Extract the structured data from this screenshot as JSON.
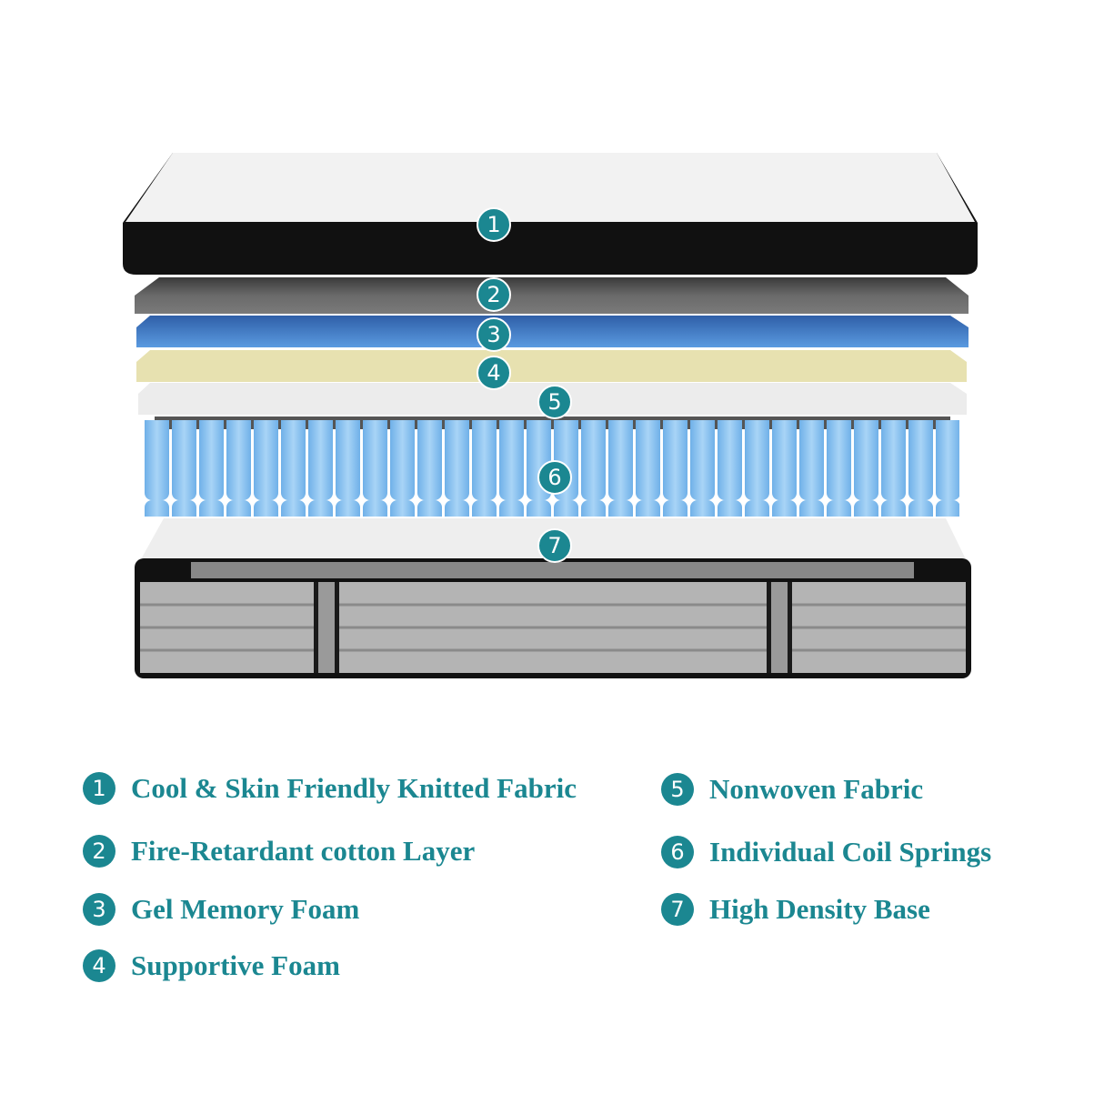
{
  "accent_color": "#1b8791",
  "layers": [
    {
      "number": "1",
      "label": "Cool & Skin Friendly Knitted Fabric"
    },
    {
      "number": "2",
      "label": "Fire-Retardant cotton Layer"
    },
    {
      "number": "3",
      "label": "Gel Memory Foam"
    },
    {
      "number": "4",
      "label": "Supportive Foam"
    },
    {
      "number": "5",
      "label": "Nonwoven Fabric"
    },
    {
      "number": "6",
      "label": "Individual Coil Springs"
    },
    {
      "number": "7",
      "label": "High Density Base"
    }
  ]
}
